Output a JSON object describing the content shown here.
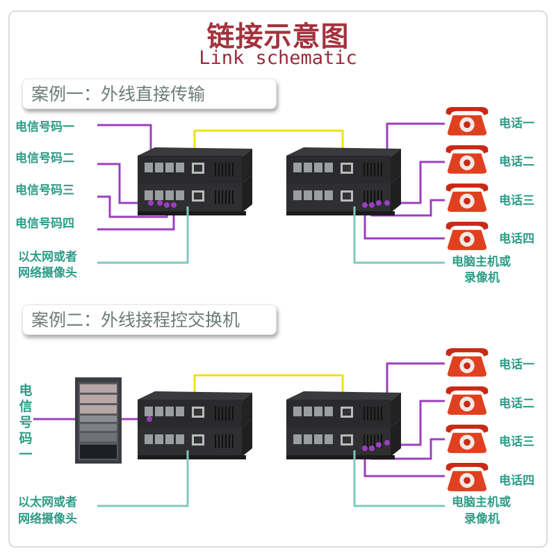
{
  "header": {
    "title": "链接示意图",
    "subtitle": "Link schematic"
  },
  "colors": {
    "title": "#a3323d",
    "label": "#2e9c87",
    "phone_line": "#9b3fc0",
    "ethernet_line": "#7fc9c0",
    "fiber_line": "#f2de1a",
    "phone": "#d8351f"
  },
  "case1": {
    "heading": "案例一：外线直接传输",
    "left_labels": [
      "电信号码一",
      "电信号码二",
      "电信号码三",
      "电信号码四"
    ],
    "ethernet_label": [
      "以太网或者",
      "网络摄像头"
    ],
    "phone_labels": [
      "电话一",
      "电话二",
      "电话三",
      "电话四"
    ],
    "computer_label": [
      "电脑主机或",
      "录像机"
    ]
  },
  "case2": {
    "heading": "案例二：外线接程控交换机",
    "line_label": [
      "电",
      "信",
      "号",
      "码",
      "一"
    ],
    "ethernet_label": [
      "以太网或者",
      "网络摄像头"
    ],
    "phone_labels": [
      "电话一",
      "电话二",
      "电话三",
      "电话四"
    ],
    "computer_label": [
      "电脑主机或",
      "录像机"
    ]
  },
  "icons": {
    "device": "fiber-phone-converter",
    "phone": "rotary-telephone-icon",
    "rack": "pbx-rack-cabinet"
  }
}
